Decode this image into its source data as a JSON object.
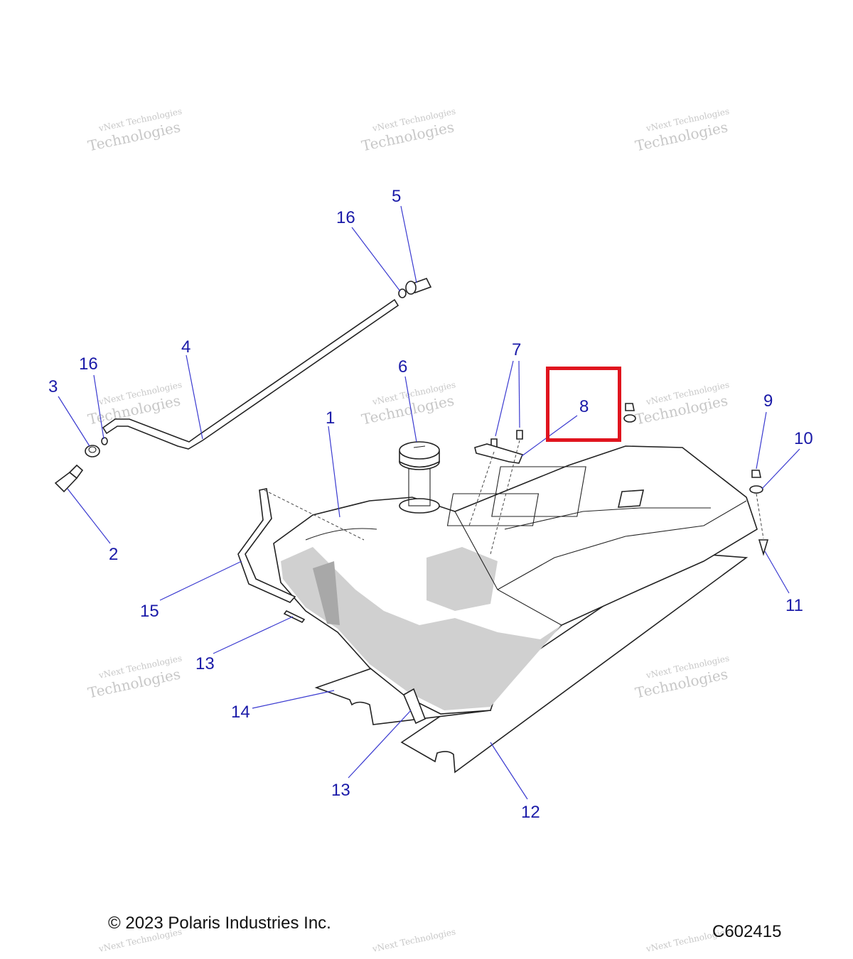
{
  "copyright": "© 2023 Polaris Industries Inc.",
  "diagram_id": "C602415",
  "watermark": {
    "line1": "vNext Technologies",
    "line2": "Technologies"
  },
  "callouts": [
    {
      "id": "c1",
      "label": "1"
    },
    {
      "id": "c2",
      "label": "2"
    },
    {
      "id": "c3",
      "label": "3"
    },
    {
      "id": "c4",
      "label": "4"
    },
    {
      "id": "c5",
      "label": "5"
    },
    {
      "id": "c6",
      "label": "6"
    },
    {
      "id": "c7",
      "label": "7"
    },
    {
      "id": "c8",
      "label": "8"
    },
    {
      "id": "c9",
      "label": "9"
    },
    {
      "id": "c10",
      "label": "10"
    },
    {
      "id": "c11",
      "label": "11"
    },
    {
      "id": "c12",
      "label": "12"
    },
    {
      "id": "c13a",
      "label": "13"
    },
    {
      "id": "c13b",
      "label": "13"
    },
    {
      "id": "c14",
      "label": "14"
    },
    {
      "id": "c15",
      "label": "15"
    },
    {
      "id": "c16a",
      "label": "16"
    },
    {
      "id": "c16b",
      "label": "16"
    }
  ],
  "highlighted_callout": "8",
  "colors": {
    "callout": "#1a1aa8",
    "highlight": "#e0141e",
    "line": "#222222"
  }
}
